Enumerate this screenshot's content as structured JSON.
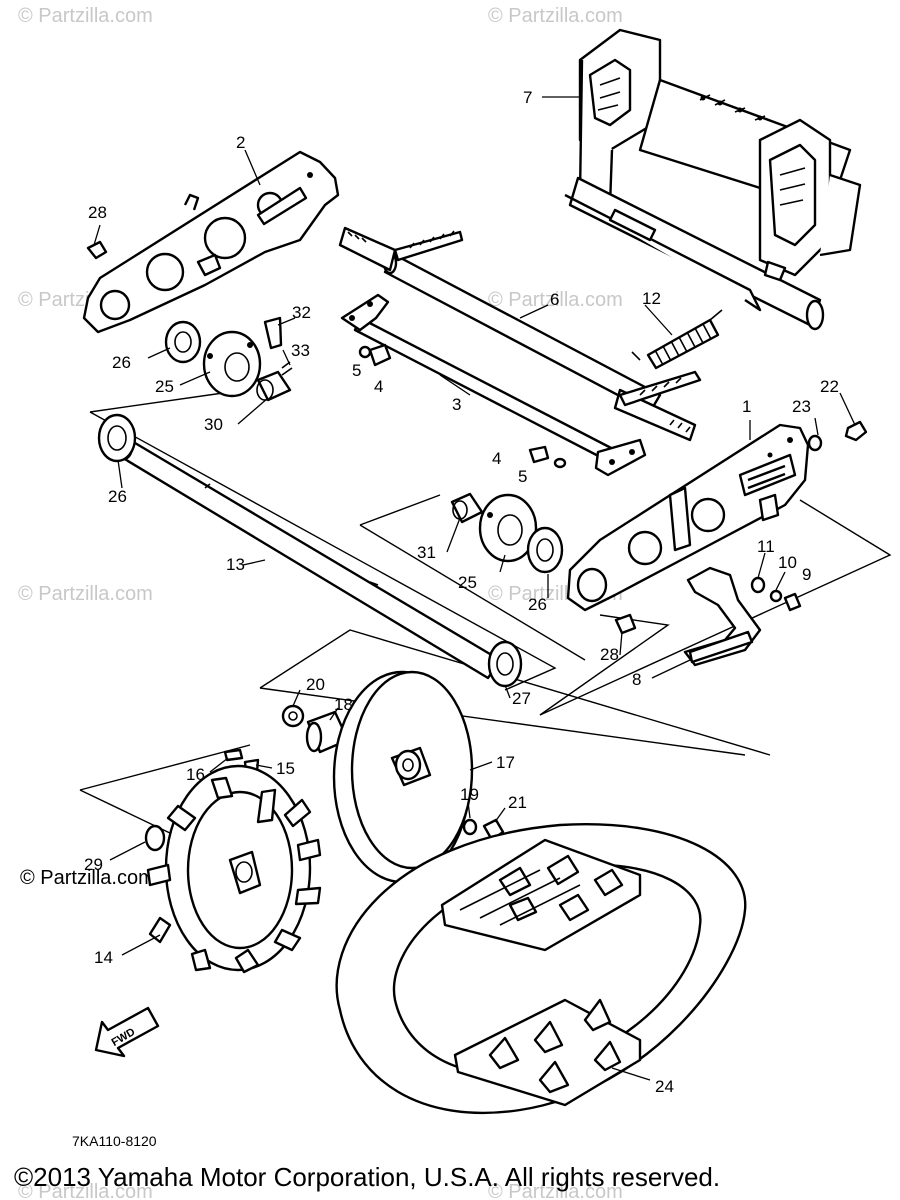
{
  "watermark": {
    "text": "© Partzilla.com"
  },
  "callouts": [
    {
      "id": "c1",
      "label": "1"
    },
    {
      "id": "c2",
      "label": "2"
    },
    {
      "id": "c3",
      "label": "3"
    },
    {
      "id": "c4a",
      "label": "4"
    },
    {
      "id": "c4b",
      "label": "4"
    },
    {
      "id": "c5a",
      "label": "5"
    },
    {
      "id": "c5b",
      "label": "5"
    },
    {
      "id": "c6",
      "label": "6"
    },
    {
      "id": "c7",
      "label": "7"
    },
    {
      "id": "c8",
      "label": "8"
    },
    {
      "id": "c9",
      "label": "9"
    },
    {
      "id": "c10",
      "label": "10"
    },
    {
      "id": "c11",
      "label": "11"
    },
    {
      "id": "c12",
      "label": "12"
    },
    {
      "id": "c13",
      "label": "13"
    },
    {
      "id": "c14",
      "label": "14"
    },
    {
      "id": "c15",
      "label": "15"
    },
    {
      "id": "c16",
      "label": "16"
    },
    {
      "id": "c17",
      "label": "17"
    },
    {
      "id": "c18",
      "label": "18"
    },
    {
      "id": "c19",
      "label": "19"
    },
    {
      "id": "c20",
      "label": "20"
    },
    {
      "id": "c21",
      "label": "21"
    },
    {
      "id": "c22",
      "label": "22"
    },
    {
      "id": "c23",
      "label": "23"
    },
    {
      "id": "c24",
      "label": "24"
    },
    {
      "id": "c25a",
      "label": "25"
    },
    {
      "id": "c25b",
      "label": "25"
    },
    {
      "id": "c26a",
      "label": "26"
    },
    {
      "id": "c26b",
      "label": "26"
    },
    {
      "id": "c26c",
      "label": "26"
    },
    {
      "id": "c27",
      "label": "27"
    },
    {
      "id": "c28a",
      "label": "28"
    },
    {
      "id": "c28b",
      "label": "28"
    },
    {
      "id": "c29",
      "label": "29"
    },
    {
      "id": "c30",
      "label": "30"
    },
    {
      "id": "c31",
      "label": "31"
    },
    {
      "id": "c32",
      "label": "32"
    },
    {
      "id": "c33",
      "label": "33"
    }
  ],
  "fwd_label": "FWD",
  "diagram_code": "7KA110-8120",
  "copyright": "©2013 Yamaha Motor Corporation, U.S.A. All rights reserved."
}
